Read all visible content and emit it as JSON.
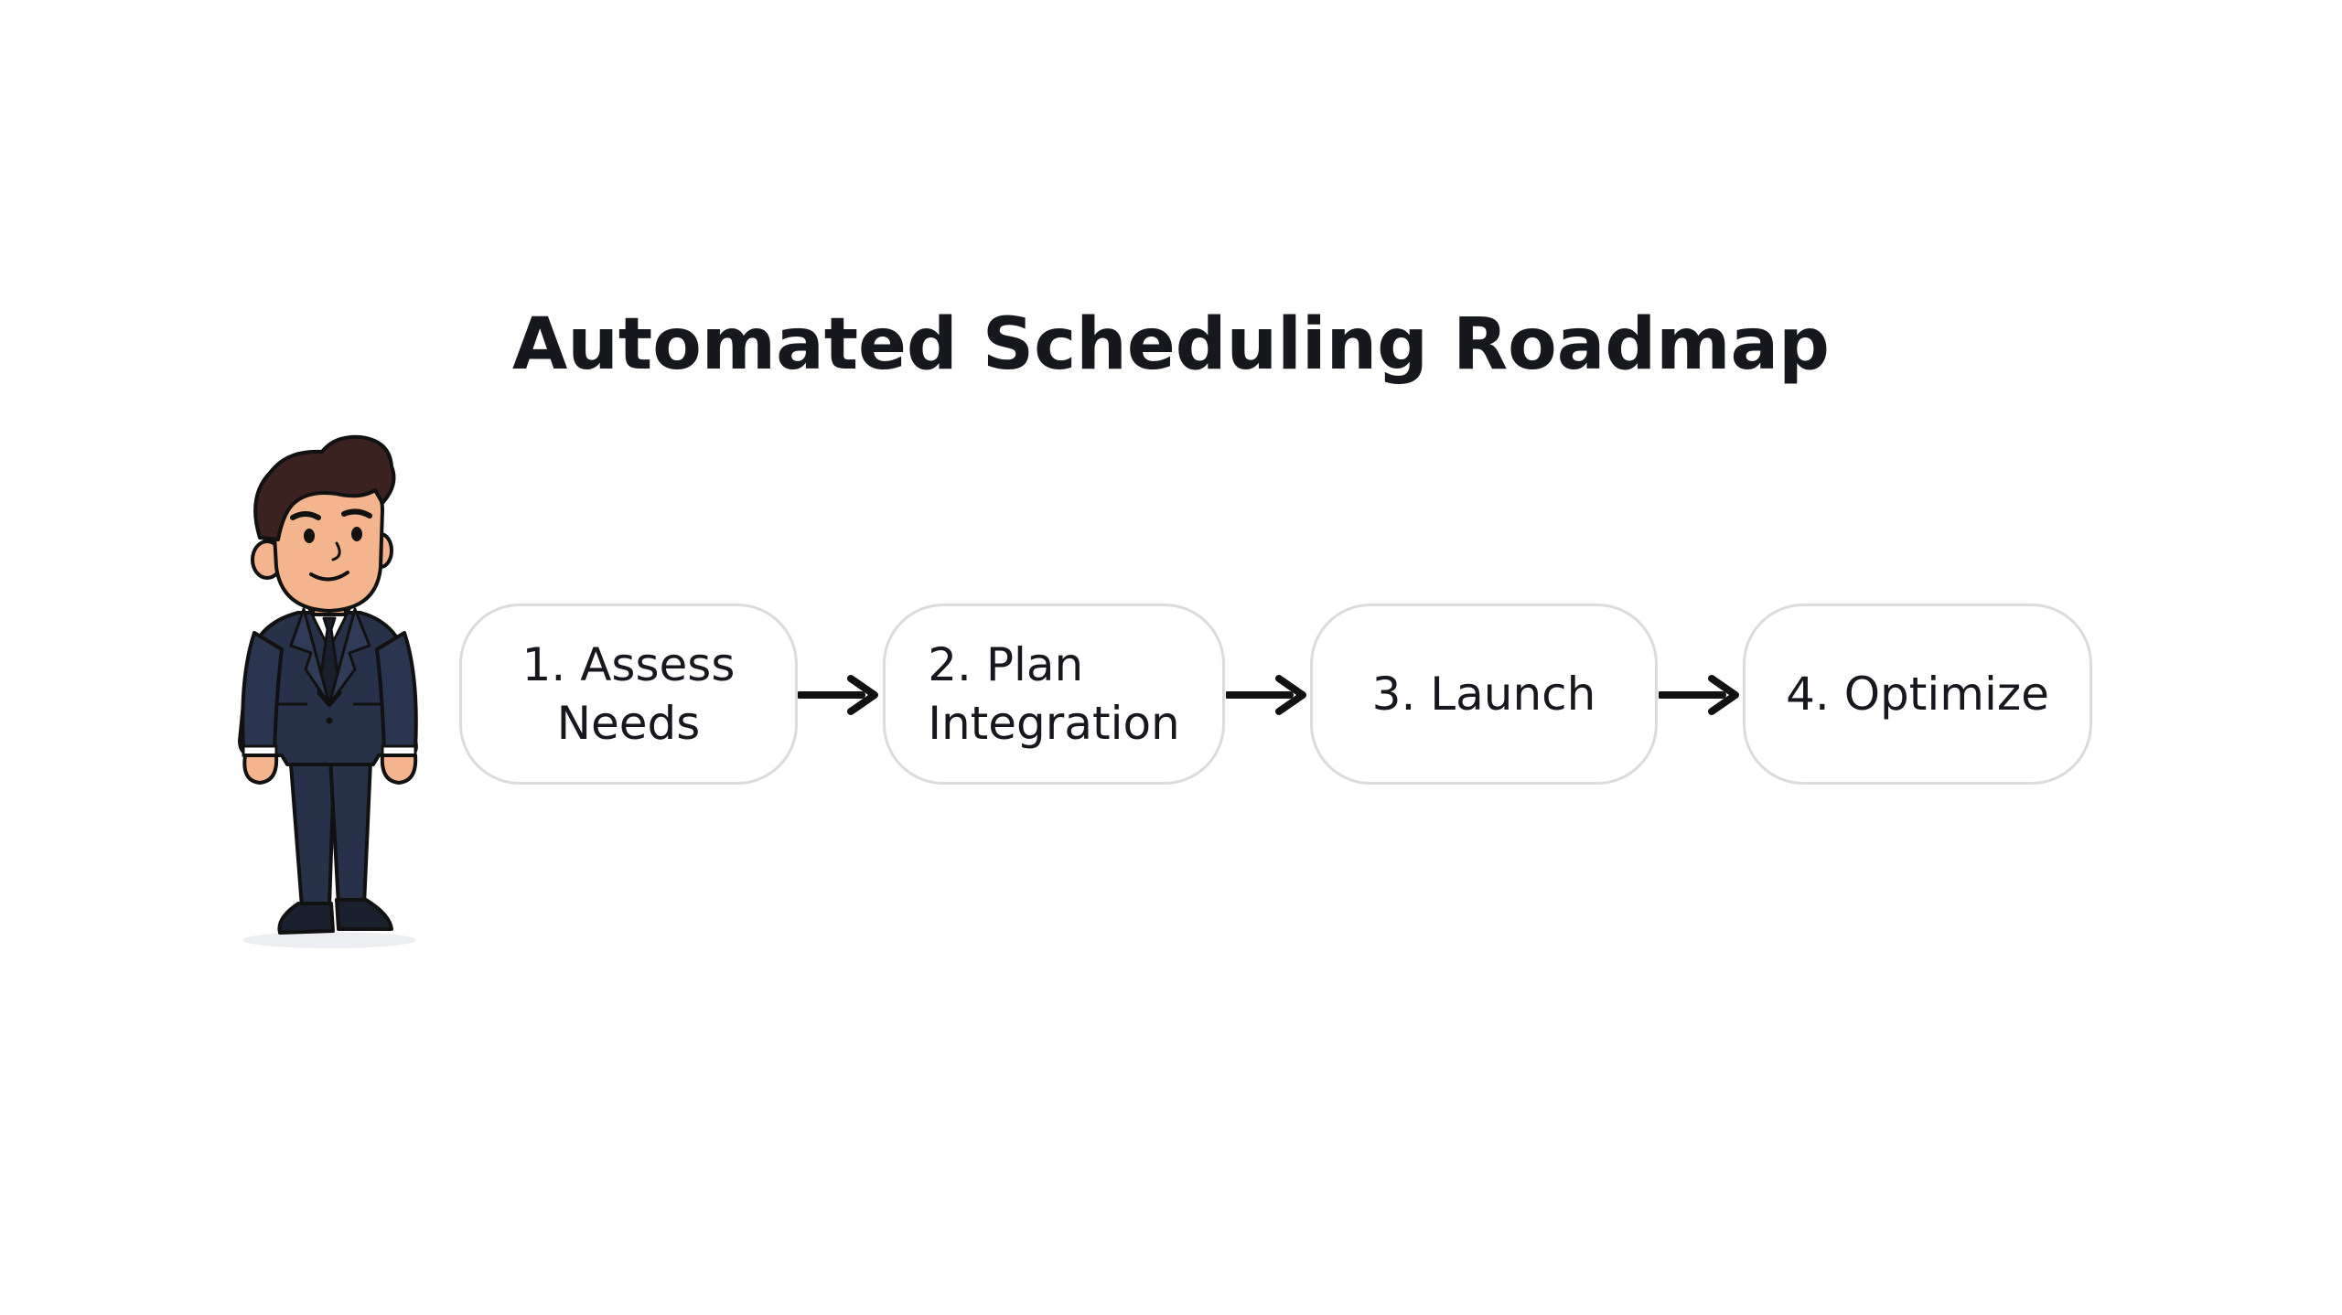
{
  "title": "Automated Scheduling Roadmap",
  "steps": [
    {
      "label": "1. Assess\nNeeds"
    },
    {
      "label": "2. Plan\nIntegration"
    },
    {
      "label": "3. Launch"
    },
    {
      "label": "4. Optimize"
    }
  ],
  "icons": {
    "person": "businessman-illustration",
    "connector": "arrow-right-icon"
  },
  "colors": {
    "text": "#16181d",
    "box_border": "#d9dbdf",
    "arrow": "#111111",
    "suit": "#27324a",
    "hair": "#3b2220",
    "skin": "#f4b48d"
  }
}
